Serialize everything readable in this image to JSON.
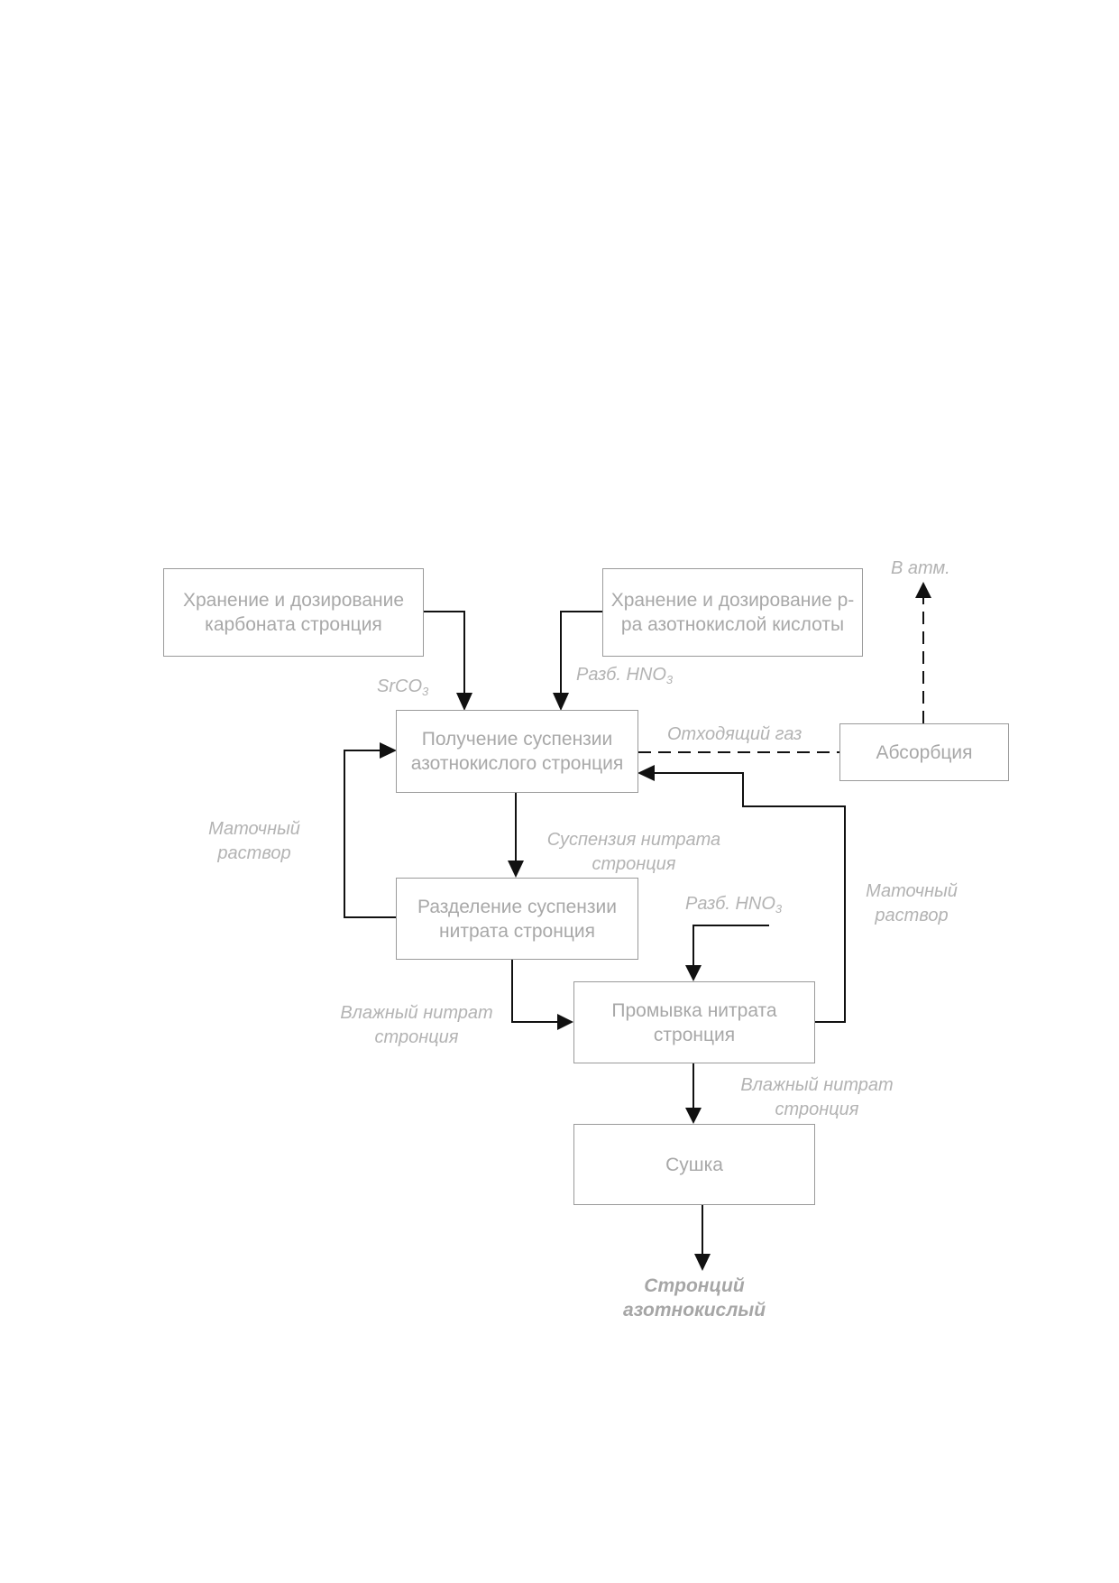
{
  "boxes": {
    "storage_carbonate": "Хранение и дозирование карбоната стронция",
    "storage_acid": "Хранение и дозирование р-ра азотнокислой кислоты",
    "suspension": "Получение суспензии азотнокислого стронция",
    "absorption": "Абсорбция",
    "separation": "Разделение суспензии нитрата стронция",
    "washing": "Промывка нитрата стронция",
    "drying": "Сушка"
  },
  "labels": {
    "atm": "В атм.",
    "srco3": "SrCO",
    "srco3_sub": "3",
    "hno3_top": "Разб. HNO",
    "hno3_top_sub": "3",
    "offgas": "Отходящий газ",
    "mother_left_1": "Маточный",
    "mother_left_2": "раствор",
    "susp_nitrate_1": "Суспензия нитрата",
    "susp_nitrate_2": "стронция",
    "hno3_mid": "Разб. HNO",
    "hno3_mid_sub": "3",
    "mother_right_1": "Маточный",
    "mother_right_2": "раствор",
    "wet_nitrate_left_1": "Влажный нитрат",
    "wet_nitrate_left_2": "стронция",
    "wet_nitrate_right_1": "Влажный нитрат",
    "wet_nitrate_right_2": "стронция",
    "product_1": "Стронций",
    "product_2": "азотнокислый"
  }
}
